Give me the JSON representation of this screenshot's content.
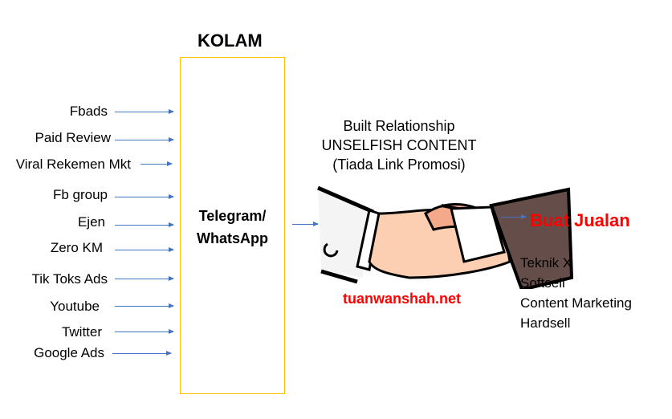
{
  "title": "KOLAM",
  "sources": [
    "Fbads",
    "Paid Review",
    "Viral Rekemen Mkt",
    "Fb group",
    "Ejen",
    "Zero KM",
    "Tik Toks Ads",
    "Youtube",
    "Twitter",
    "Google Ads"
  ],
  "pool": {
    "line1": "Telegram/",
    "line2": "WhatsApp"
  },
  "relationship": {
    "line1": "Built Relationship",
    "line2": "UNSELFISH CONTENT",
    "line3": "(Tiada Link Promosi)"
  },
  "watermark": "tuanwanshah.net",
  "result": {
    "title": "Buat Jualan",
    "techniques": [
      "Teknik X",
      "Softsell",
      "Content Marketing",
      "Hardsell"
    ]
  },
  "colors": {
    "arrow": "#4472C4",
    "box_border": "#FFC000",
    "accent_red": "#FF0000"
  }
}
